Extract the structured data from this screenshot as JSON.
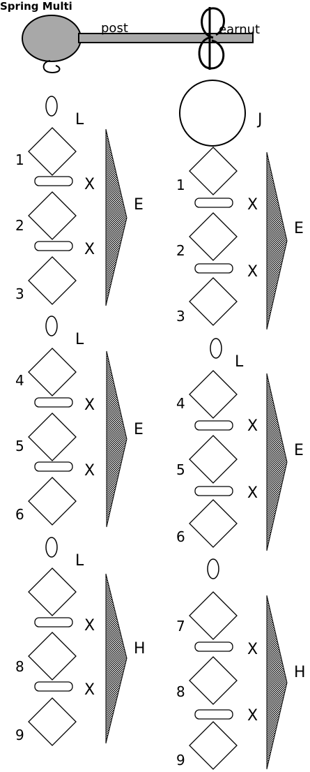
{
  "header": {
    "title": "Spring Multi",
    "post_label": "post",
    "earnut_label": "earnut"
  },
  "labels": {
    "L": "L",
    "J": "J",
    "X": "X",
    "E": "E",
    "H": "H"
  },
  "left_column": {
    "groups": [
      {
        "link": "L",
        "bead_numbers": [
          "1",
          "2",
          "3"
        ],
        "bracket": "E"
      },
      {
        "link": "L",
        "bead_numbers": [
          "4",
          "5",
          "6"
        ],
        "bracket": "E"
      },
      {
        "link": "L",
        "bead_numbers": [
          "",
          "8",
          "9"
        ],
        "bracket": "H"
      }
    ]
  },
  "right_column": {
    "groups": [
      {
        "link": "J",
        "bead_numbers": [
          "1",
          "2",
          "3"
        ],
        "bracket": "E"
      },
      {
        "link": "L",
        "bead_numbers": [
          "4",
          "5",
          "6"
        ],
        "bracket": "E"
      },
      {
        "link": "",
        "bead_numbers": [
          "7",
          "8",
          "9"
        ],
        "bracket": "H"
      }
    ]
  },
  "colors": {
    "stroke": "#000000",
    "stud_fill": "#a8a8a8",
    "post_fill": "#a8a8a8",
    "background": "#ffffff"
  }
}
